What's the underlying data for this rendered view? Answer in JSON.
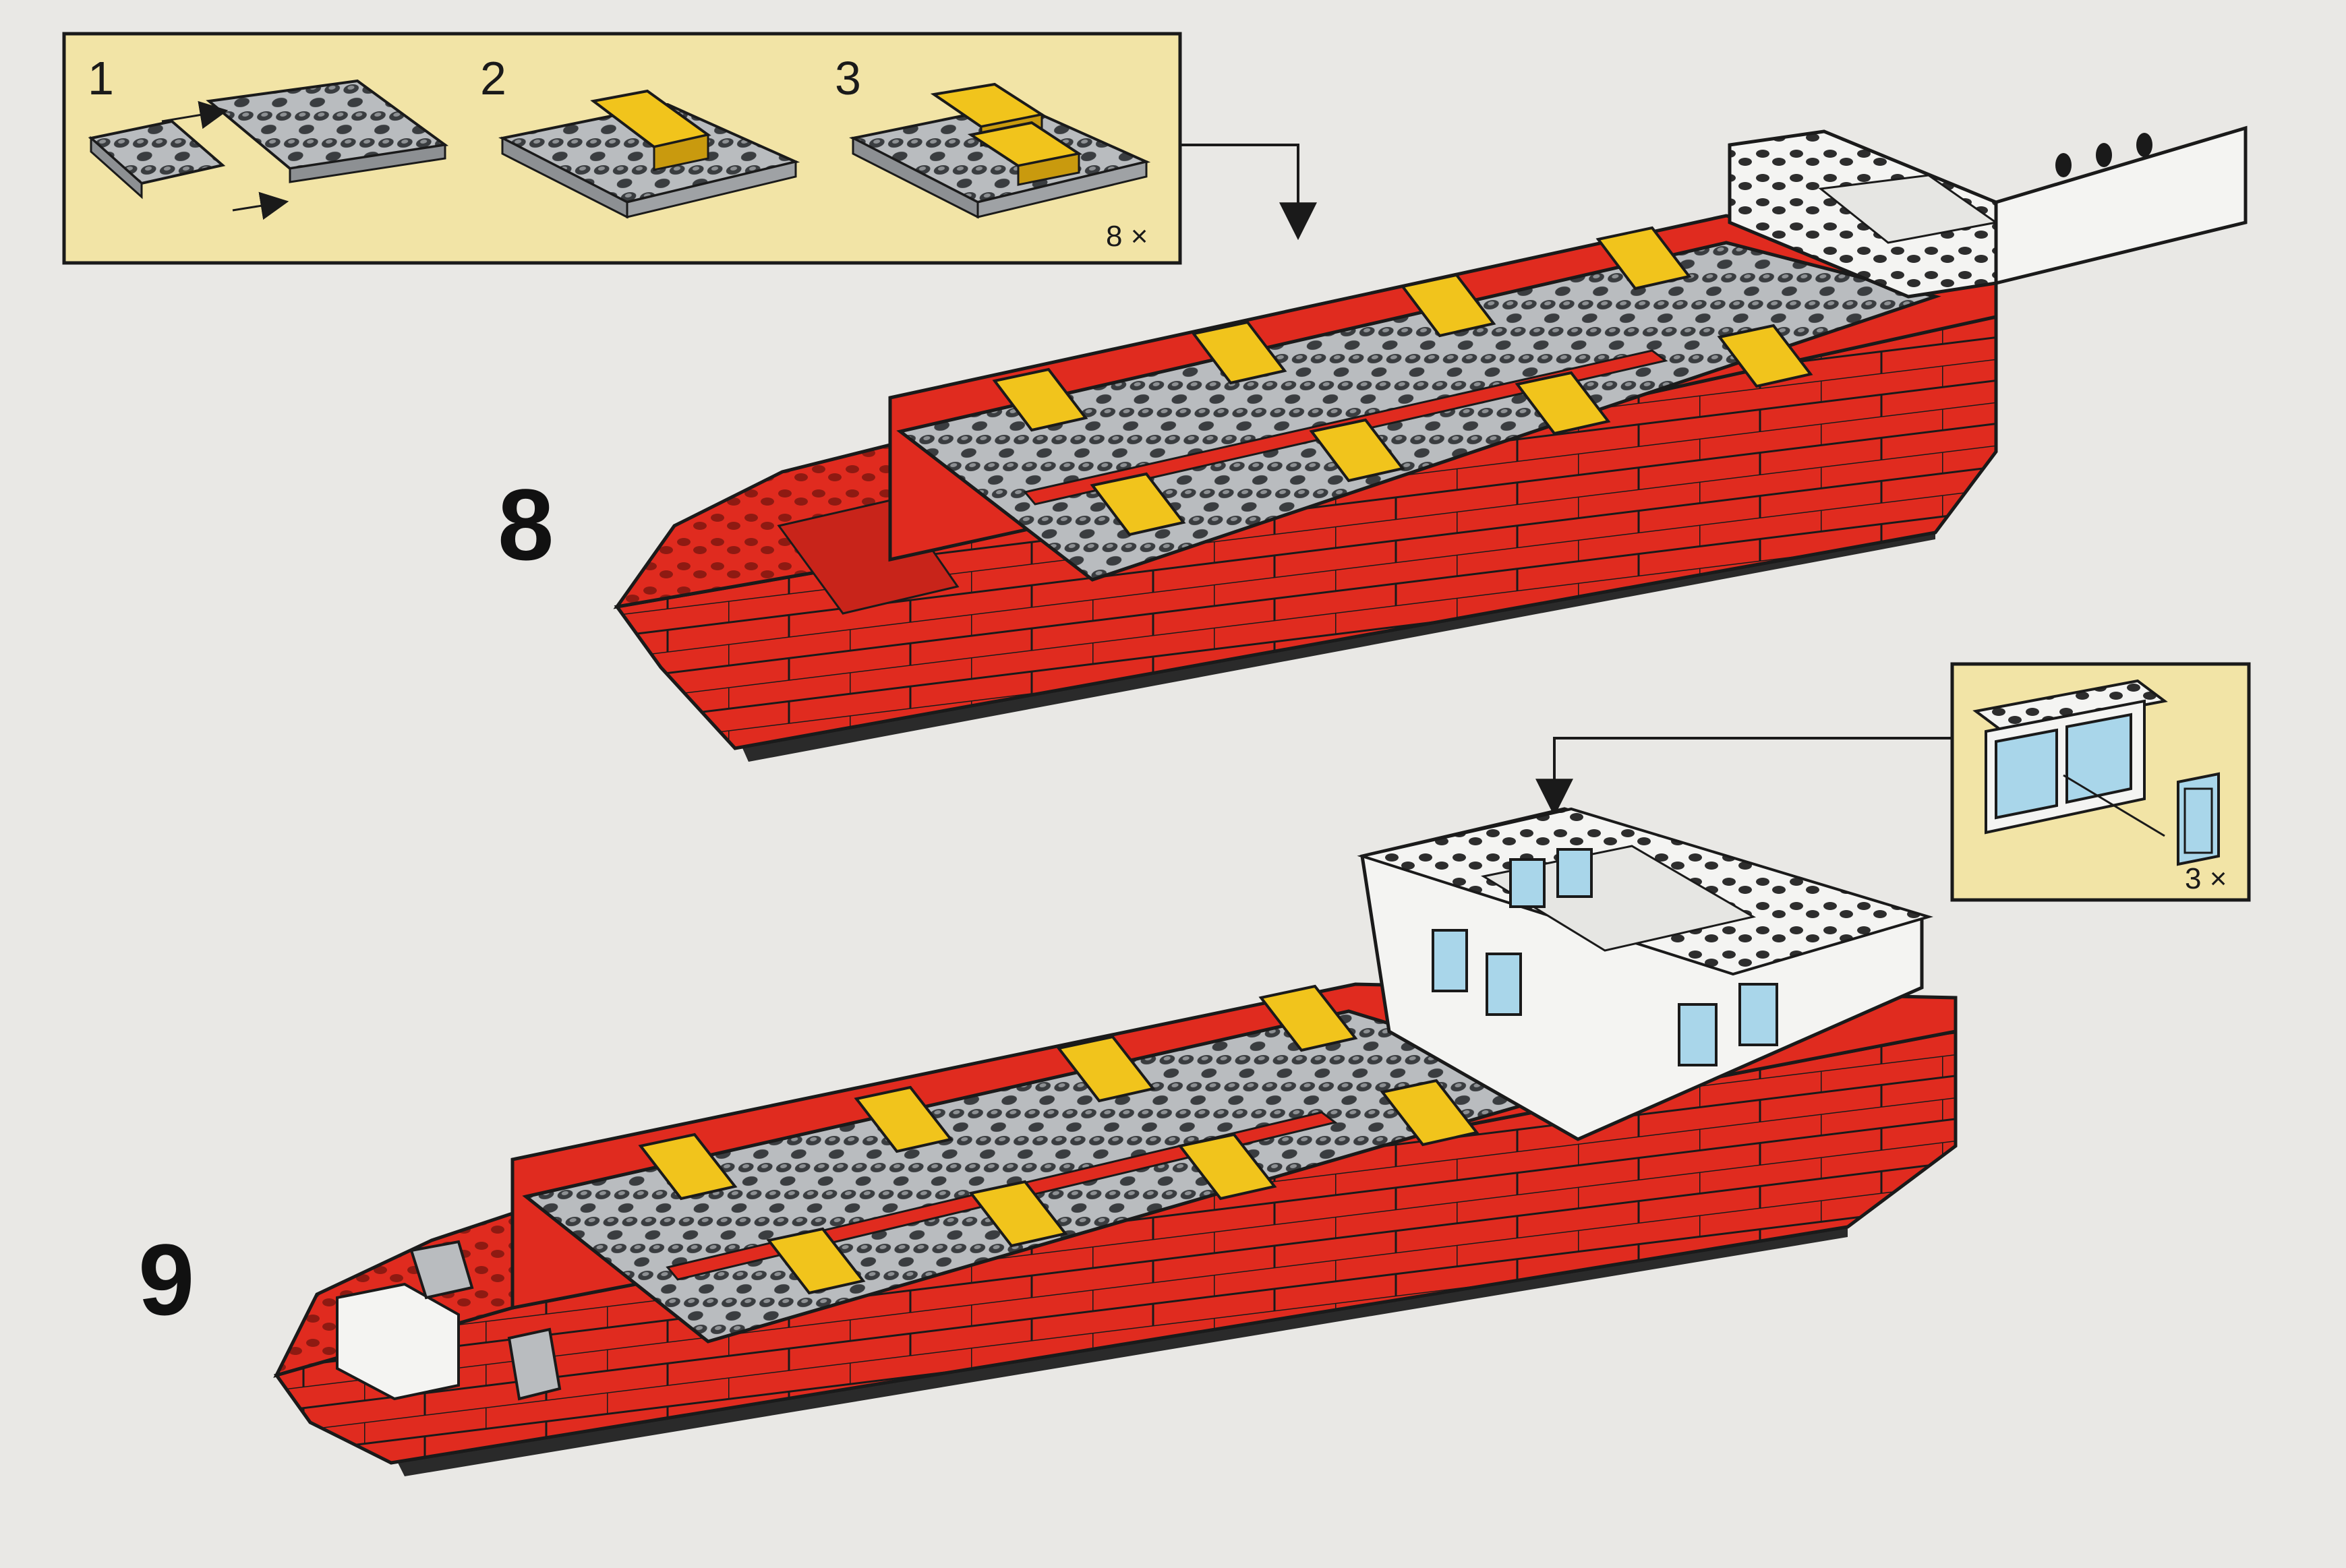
{
  "callout_top": {
    "sub_steps": [
      "1",
      "2",
      "3"
    ],
    "multiplier": "8 ×"
  },
  "callout_right": {
    "multiplier": "3 ×"
  },
  "steps": [
    {
      "number": "8"
    },
    {
      "number": "9"
    }
  ],
  "colors": {
    "background": "#e9e8e5",
    "callout_bg": "#f2e4a6",
    "hull_red": "#e02b1f",
    "plate_gray": "#b9bcbf",
    "stud_dark": "#3a3d40",
    "brick_yellow": "#f1c41c",
    "brick_white": "#f4f4f2",
    "window_blue": "#a9d6ea"
  }
}
